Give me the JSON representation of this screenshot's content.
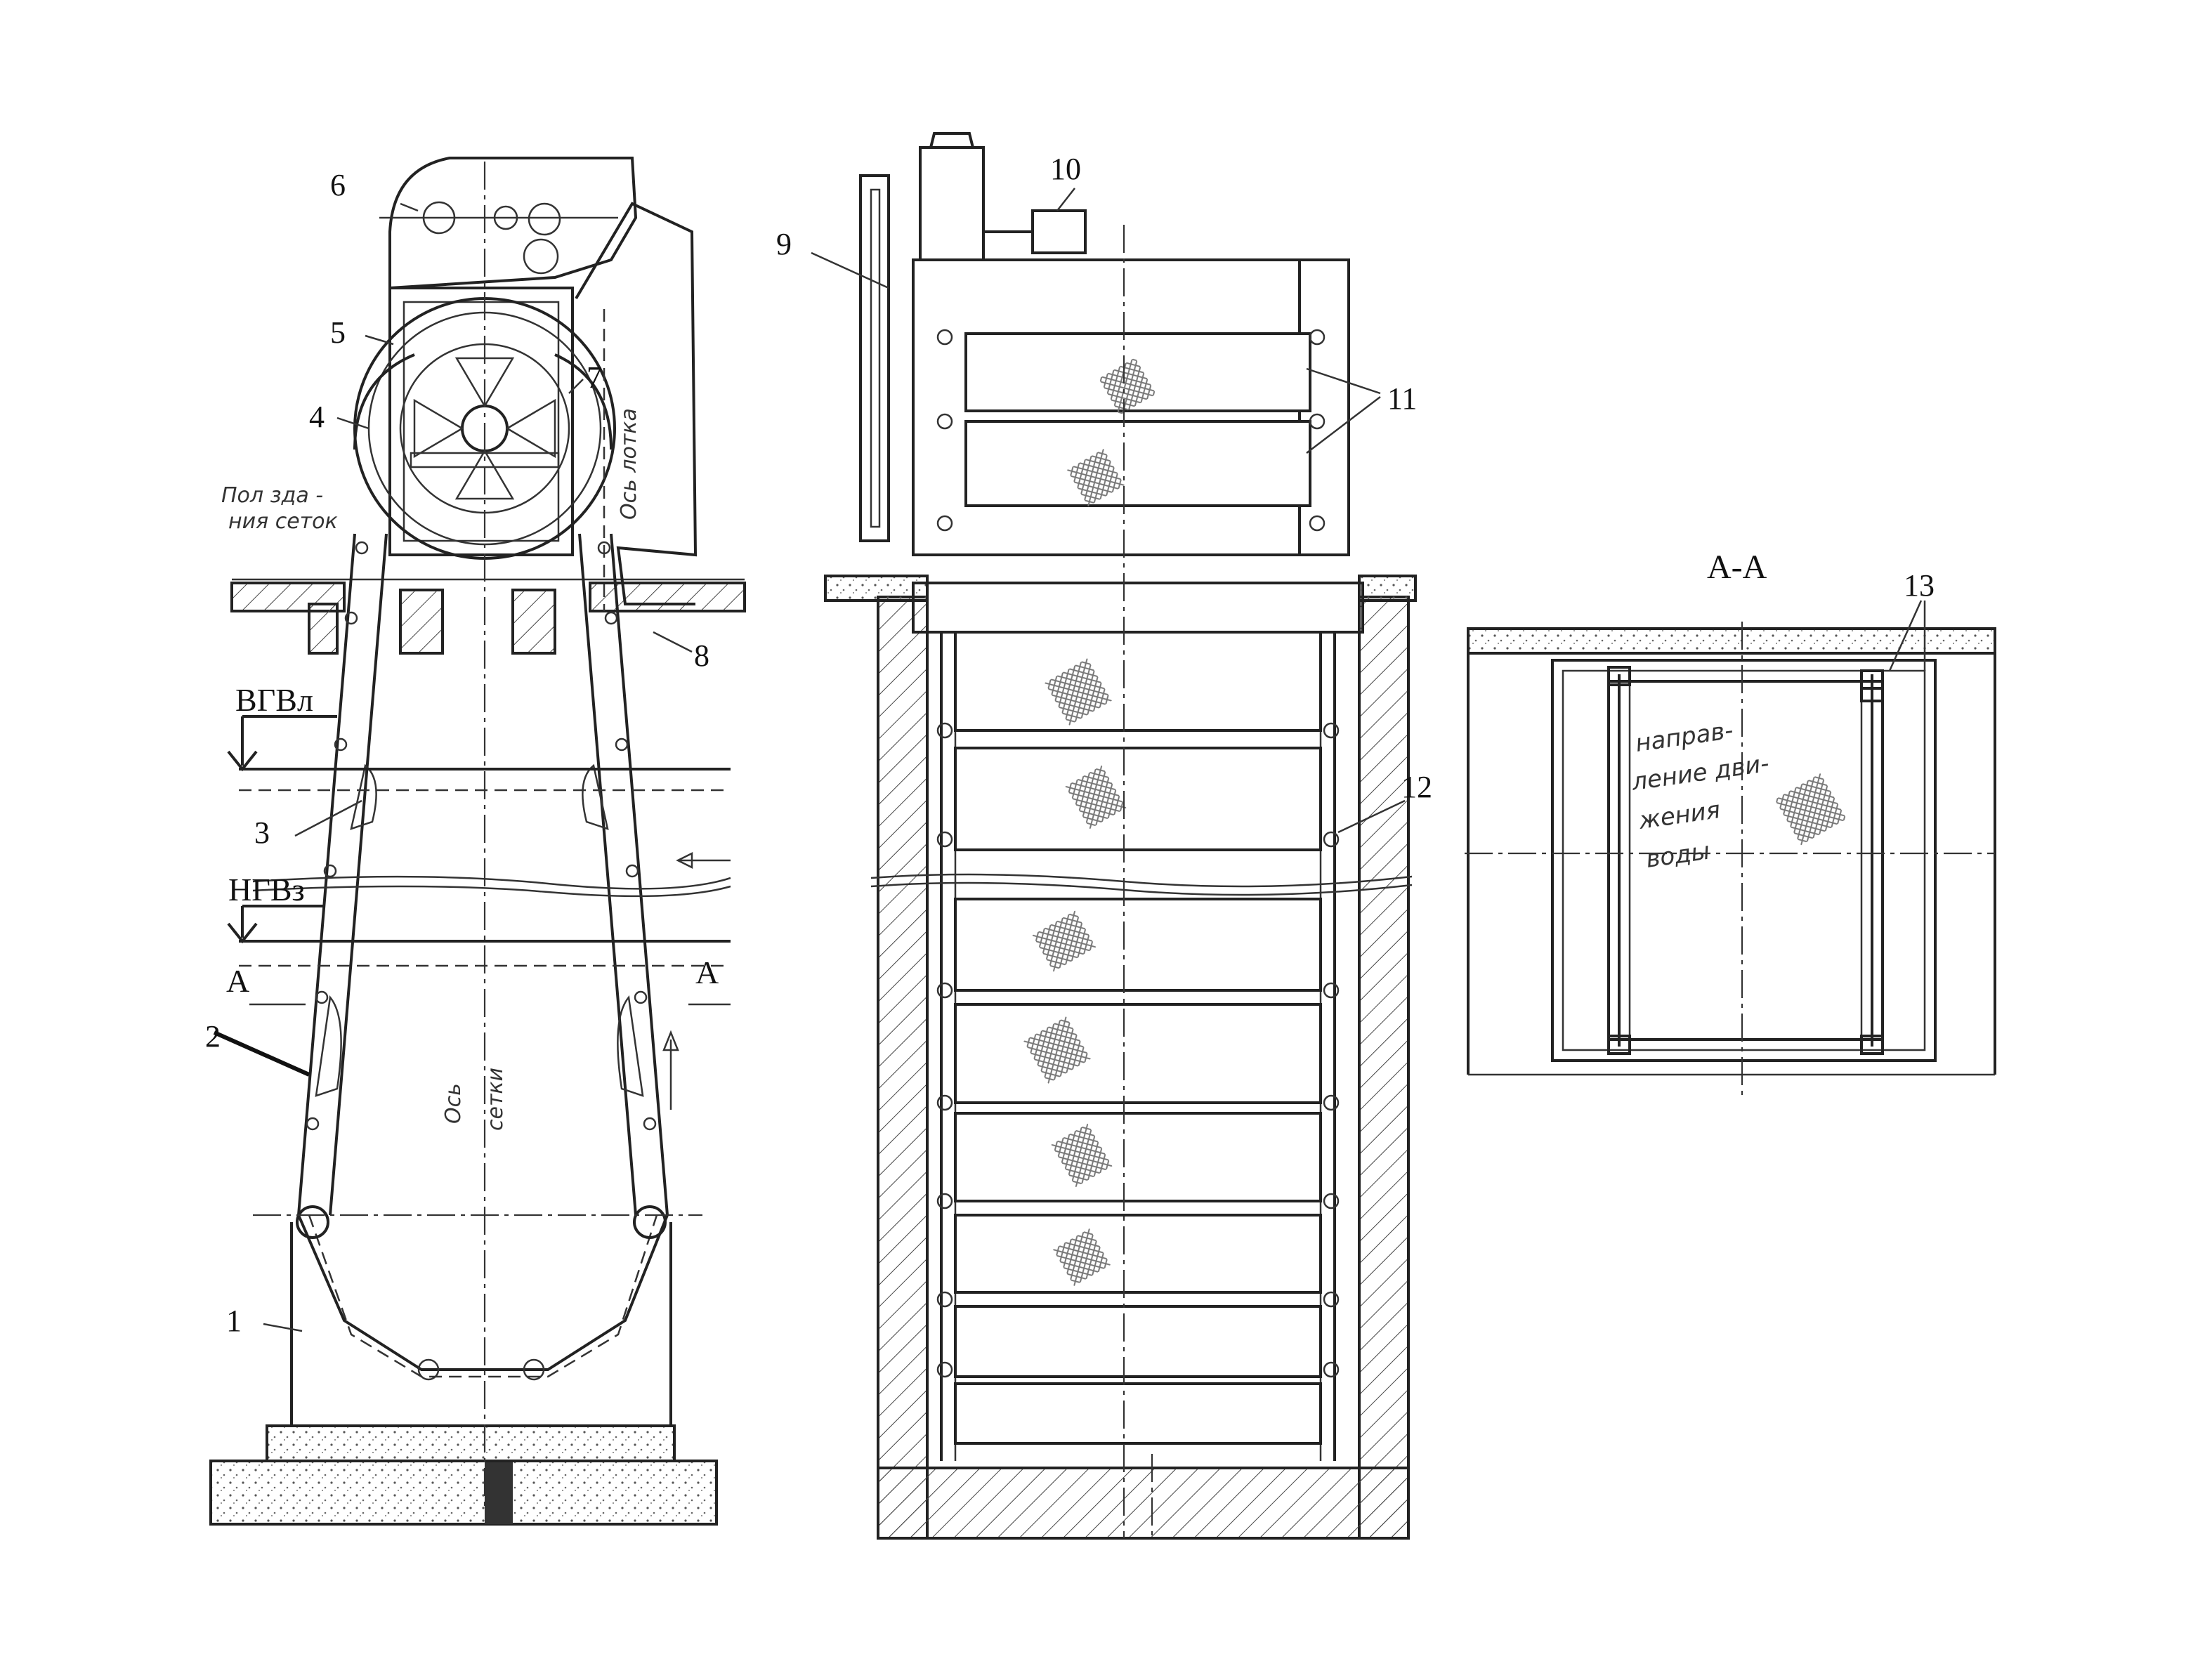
{
  "labels": {
    "n1": "1",
    "n2": "2",
    "n3": "3",
    "n4": "4",
    "n5": "5",
    "n6": "6",
    "n7": "7",
    "n8": "8",
    "n9": "9",
    "n10": "10",
    "n11": "11",
    "n12": "12",
    "n13": "13"
  },
  "levels": {
    "upper": "ВГВл",
    "lower": "НГВз"
  },
  "section": {
    "marker": "А",
    "title": "А-А"
  },
  "handwritten": {
    "floor_line1": "Пол зда -",
    "floor_line2": "ния сеток",
    "tray_axis": "Ось лотка",
    "screen_axis_1": "Ось",
    "screen_axis_2": "сетки",
    "flow_1": "направ-",
    "flow_2": "ление дви-",
    "flow_3": "жения",
    "flow_4": "воды"
  },
  "colors": {
    "ink": "#222222",
    "paper": "#ffffff"
  }
}
